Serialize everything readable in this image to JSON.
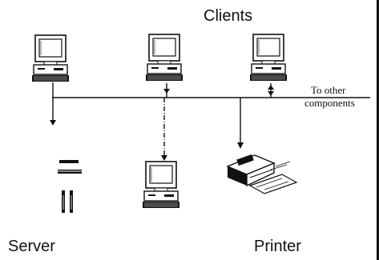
{
  "diagram": {
    "title": "Clients",
    "labels": {
      "server": "Server",
      "printer": "Printer",
      "to_other_line1": "To other",
      "to_other_line2": "components"
    },
    "nodes": [
      {
        "id": "client-1",
        "icon": "desktop-computer-icon"
      },
      {
        "id": "client-2",
        "icon": "desktop-computer-icon"
      },
      {
        "id": "client-3",
        "icon": "desktop-computer-icon"
      },
      {
        "id": "server",
        "icon": "server-icon"
      },
      {
        "id": "workstation",
        "icon": "desktop-computer-icon"
      },
      {
        "id": "printer",
        "icon": "printer-icon"
      }
    ],
    "colors": {
      "ink": "#111111",
      "background": "#ffffff"
    }
  }
}
